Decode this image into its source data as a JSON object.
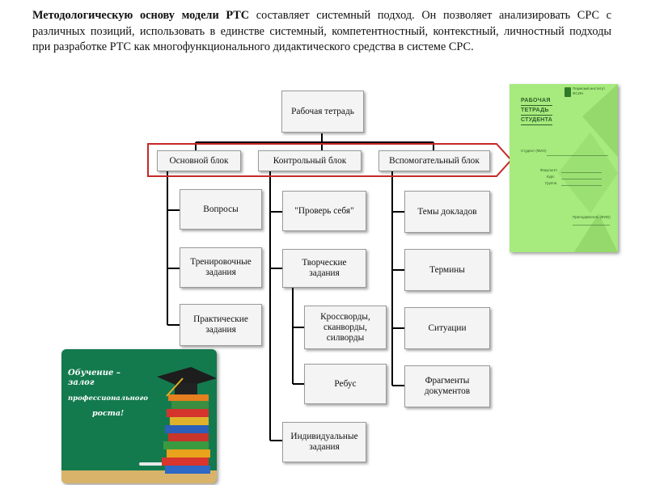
{
  "intro": {
    "bold_part": "Методологическую основу модели РТС",
    "rest_part": " составляет системный подход. Он позволяет анализировать СРС с различных позиций, использовать в единстве системный, компетентностный, контекстный, личностный подходы при разработке РТС как многофункционального дидактического средства в системе СРС."
  },
  "diagram": {
    "root": "Рабочая тетрадь",
    "blocks": [
      "Основной блок",
      "Контрольный блок",
      "Вспомогательный блок"
    ],
    "main_block_items": [
      "Вопросы",
      "Тренировочные задания",
      "Практические задания"
    ],
    "control_block_items": [
      "\"Проверь себя\"",
      "Творческие задания",
      "Индивидуальные задания"
    ],
    "creative_subitems": [
      "Кроссворды, сканворды, силворды",
      "Ребус"
    ],
    "aux_block_items": [
      "Темы докладов",
      "Термины",
      "Ситуации",
      "Фрагменты документов"
    ],
    "highlight_color": "#c62828"
  },
  "book_cover": {
    "title_lines": [
      "РАБОЧАЯ",
      "ТЕТРАДЬ",
      "СТУДЕНТА"
    ],
    "publisher": "Пермский институт ФСИН",
    "field_student": "Студент (ФИО)",
    "field_faculty": "Факультет",
    "field_course": "Курс",
    "field_group": "Группа",
    "field_teacher": "Преподаватель (ФИО)",
    "cover_color": "#a7ea7d"
  },
  "poster": {
    "line1": "Обучение – залог",
    "line2": "профессионального",
    "line3": "роста!",
    "board_color": "#137a4e"
  }
}
